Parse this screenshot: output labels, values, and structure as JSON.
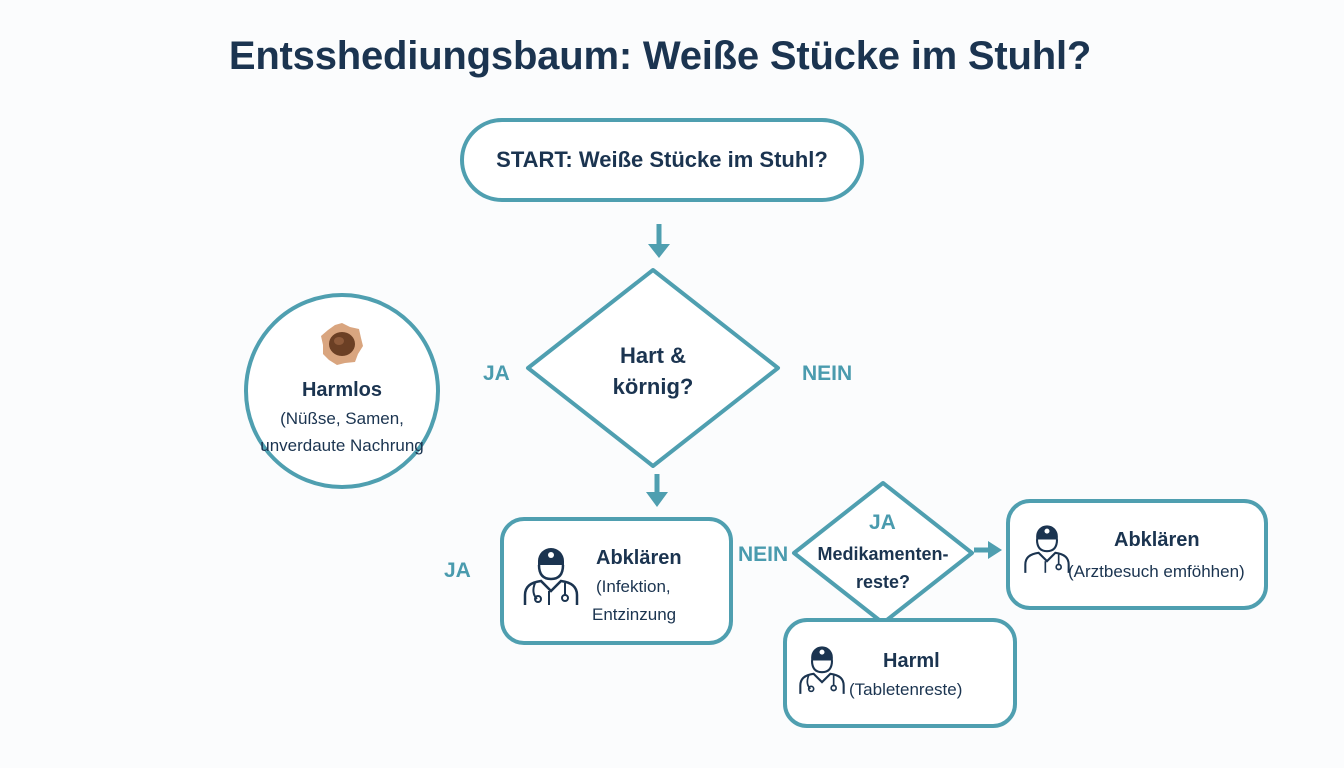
{
  "title": "Entsshediungsbaum: Weiße Stücke im Stuhl?",
  "colors": {
    "accent": "#4f9fb0",
    "text": "#1b3450",
    "nut": "#8a5a3c"
  },
  "nodes": {
    "start": {
      "label": "START: Weiße Stücke im Stuhl?"
    },
    "decision_main": {
      "line1": "Hart &",
      "line2": "körnig?"
    },
    "harmless": {
      "icon": "nut-icon",
      "title": "Harmlos",
      "line1": "(Nüßse, Samen,",
      "line2": "unverdaute Nachrung"
    },
    "clarify_infection": {
      "icon": "doctor-icon",
      "title": "Abklären",
      "line1": "(Infektion,",
      "line2": "Entzinzung"
    },
    "decision_meds": {
      "line1": "Medikamenten-",
      "line2": "reste?"
    },
    "clarify_doctor": {
      "icon": "doctor-icon",
      "title": "Abklären",
      "line1": "(Arztbesuch emföhhen)"
    },
    "harml_tablets": {
      "icon": "doctor-icon",
      "title": "Harml",
      "line1": "(Tabletenreste)"
    }
  },
  "edge_labels": {
    "main_ja": "JA",
    "main_nein": "NEIN",
    "left_ja": "JA",
    "meds_nein": "NEIN",
    "meds_ja": "JA"
  }
}
